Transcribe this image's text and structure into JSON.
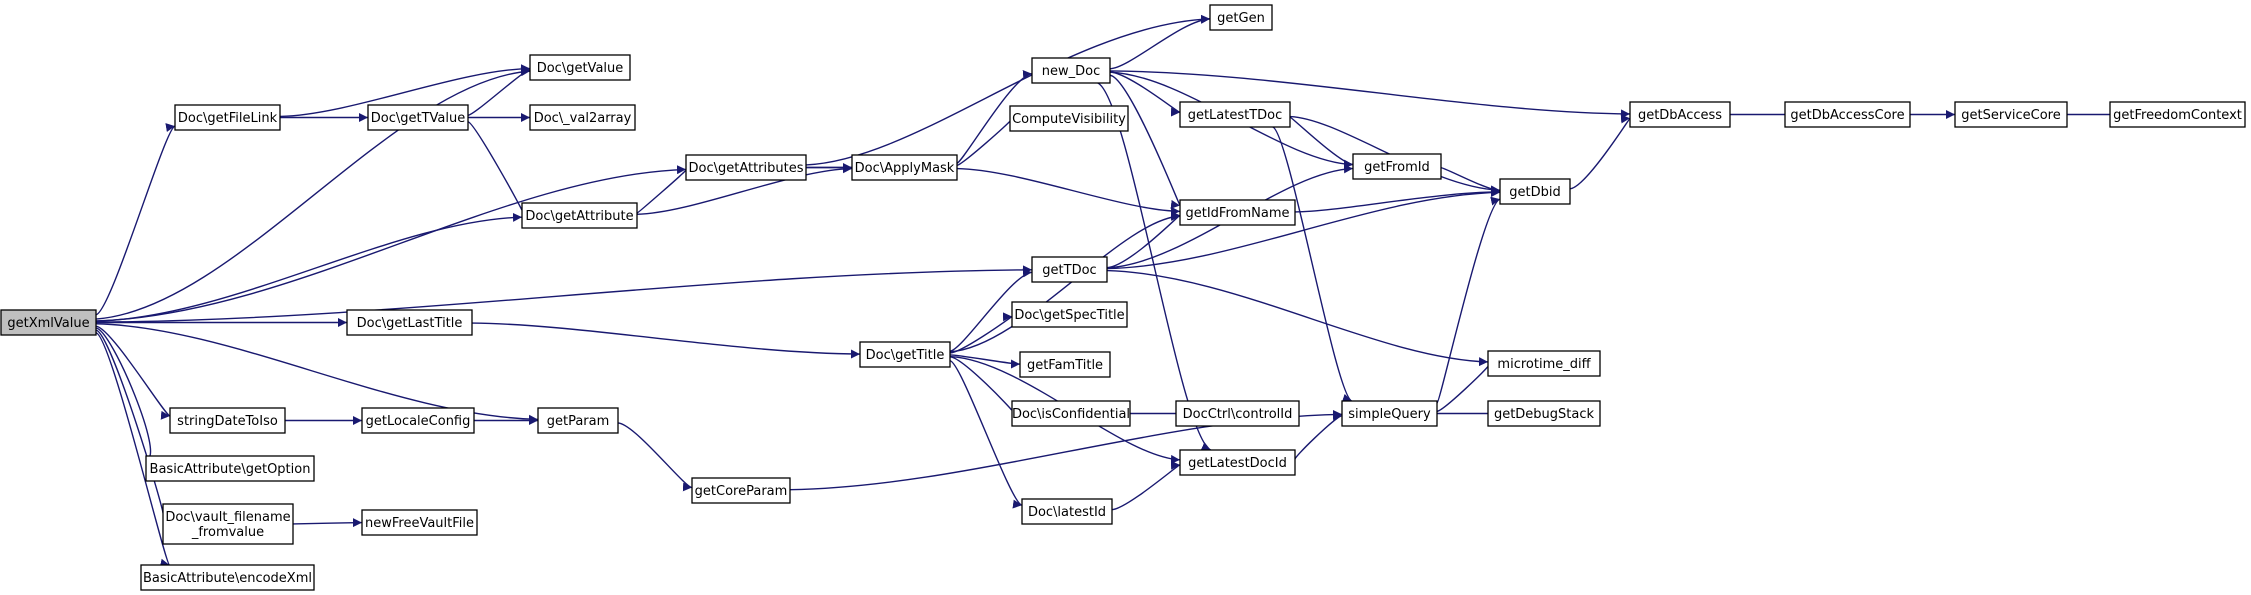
{
  "graph": {
    "edge_color": "#191970",
    "node_border_color": "#000000",
    "root_fill": "#bfbfbf",
    "node_fill": "#ffffff",
    "nodes": [
      {
        "id": "getXmlValue",
        "lines": [
          "getXmlValue"
        ],
        "root": true
      },
      {
        "id": "getValue",
        "lines": [
          "Doc\\getValue"
        ]
      },
      {
        "id": "getFileLink",
        "lines": [
          "Doc\\getFileLink"
        ]
      },
      {
        "id": "getTValue",
        "lines": [
          "Doc\\getTValue"
        ]
      },
      {
        "id": "val2array",
        "lines": [
          "Doc\\_val2array"
        ]
      },
      {
        "id": "getAttributes",
        "lines": [
          "Doc\\getAttributes"
        ]
      },
      {
        "id": "ApplyMask",
        "lines": [
          "Doc\\ApplyMask"
        ]
      },
      {
        "id": "getAttribute",
        "lines": [
          "Doc\\getAttribute"
        ]
      },
      {
        "id": "getLastTitle",
        "lines": [
          "Doc\\getLastTitle"
        ]
      },
      {
        "id": "stringDateToIso",
        "lines": [
          "stringDateToIso"
        ]
      },
      {
        "id": "getLocaleConfig",
        "lines": [
          "getLocaleConfig"
        ]
      },
      {
        "id": "getParam",
        "lines": [
          "getParam"
        ]
      },
      {
        "id": "getOption",
        "lines": [
          "BasicAttribute\\getOption"
        ]
      },
      {
        "id": "vault_filename",
        "lines": [
          "Doc\\vault_filename",
          "_fromvalue"
        ]
      },
      {
        "id": "newFreeVaultFile",
        "lines": [
          "newFreeVaultFile"
        ]
      },
      {
        "id": "encodeXml",
        "lines": [
          "BasicAttribute\\encodeXml"
        ]
      },
      {
        "id": "getCoreParam",
        "lines": [
          "getCoreParam"
        ]
      },
      {
        "id": "getTitle",
        "lines": [
          "Doc\\getTitle"
        ]
      },
      {
        "id": "new_Doc",
        "lines": [
          "new_Doc"
        ]
      },
      {
        "id": "ComputeVisibility",
        "lines": [
          "ComputeVisibility"
        ]
      },
      {
        "id": "getTDoc",
        "lines": [
          "getTDoc"
        ]
      },
      {
        "id": "getSpecTitle",
        "lines": [
          "Doc\\getSpecTitle"
        ]
      },
      {
        "id": "getFamTitle",
        "lines": [
          "getFamTitle"
        ]
      },
      {
        "id": "isConfidential",
        "lines": [
          "Doc\\isConfidential"
        ]
      },
      {
        "id": "latestId",
        "lines": [
          "Doc\\latestId"
        ]
      },
      {
        "id": "getGen",
        "lines": [
          "getGen"
        ]
      },
      {
        "id": "getLatestTDoc",
        "lines": [
          "getLatestTDoc"
        ]
      },
      {
        "id": "getIdFromName",
        "lines": [
          "getIdFromName"
        ]
      },
      {
        "id": "DocCtrl",
        "lines": [
          "DocCtrl\\controlId"
        ]
      },
      {
        "id": "getLatestDocId",
        "lines": [
          "getLatestDocId"
        ]
      },
      {
        "id": "getFromId",
        "lines": [
          "getFromId"
        ]
      },
      {
        "id": "simpleQuery",
        "lines": [
          "simpleQuery"
        ]
      },
      {
        "id": "getDbAccess",
        "lines": [
          "getDbAccess"
        ]
      },
      {
        "id": "getDbid",
        "lines": [
          "getDbid"
        ]
      },
      {
        "id": "microtime_diff",
        "lines": [
          "microtime_diff"
        ]
      },
      {
        "id": "getDebugStack",
        "lines": [
          "getDebugStack"
        ]
      },
      {
        "id": "getDbAccessCore",
        "lines": [
          "getDbAccessCore"
        ]
      },
      {
        "id": "getServiceCore",
        "lines": [
          "getServiceCore"
        ]
      },
      {
        "id": "getFreedomContext",
        "lines": [
          "getFreedomContext"
        ]
      }
    ],
    "edges": [
      [
        "getXmlValue",
        "getValue"
      ],
      [
        "getXmlValue",
        "getFileLink"
      ],
      [
        "getXmlValue",
        "getAttributes"
      ],
      [
        "getXmlValue",
        "getAttribute"
      ],
      [
        "getXmlValue",
        "getTDoc"
      ],
      [
        "getXmlValue",
        "getLastTitle"
      ],
      [
        "getXmlValue",
        "getParam"
      ],
      [
        "getXmlValue",
        "stringDateToIso"
      ],
      [
        "getXmlValue",
        "getOption"
      ],
      [
        "getXmlValue",
        "vault_filename"
      ],
      [
        "getXmlValue",
        "encodeXml"
      ],
      [
        "getFileLink",
        "getValue"
      ],
      [
        "getFileLink",
        "getTValue"
      ],
      [
        "getTValue",
        "getValue"
      ],
      [
        "getTValue",
        "val2array"
      ],
      [
        "getTValue",
        "getAttribute"
      ],
      [
        "getAttribute",
        "getAttributes"
      ],
      [
        "getAttribute",
        "ApplyMask"
      ],
      [
        "getAttributes",
        "ApplyMask"
      ],
      [
        "getAttributes",
        "getGen"
      ],
      [
        "ApplyMask",
        "getAttributes"
      ],
      [
        "ApplyMask",
        "new_Doc"
      ],
      [
        "ApplyMask",
        "ComputeVisibility"
      ],
      [
        "ApplyMask",
        "getIdFromName"
      ],
      [
        "new_Doc",
        "getGen"
      ],
      [
        "new_Doc",
        "getDbAccess"
      ],
      [
        "new_Doc",
        "getLatestTDoc"
      ],
      [
        "new_Doc",
        "getFromId"
      ],
      [
        "new_Doc",
        "getIdFromName"
      ],
      [
        "new_Doc",
        "getLatestDocId"
      ],
      [
        "getLatestTDoc",
        "getFromId"
      ],
      [
        "getLatestTDoc",
        "getDbid"
      ],
      [
        "getLatestTDoc",
        "simpleQuery"
      ],
      [
        "getFromId",
        "getDbid"
      ],
      [
        "getIdFromName",
        "getDbid"
      ],
      [
        "getTDoc",
        "getIdFromName"
      ],
      [
        "getTDoc",
        "getFromId"
      ],
      [
        "getTDoc",
        "getDbid"
      ],
      [
        "getTDoc",
        "microtime_diff"
      ],
      [
        "getLastTitle",
        "getTitle"
      ],
      [
        "getTitle",
        "getTDoc"
      ],
      [
        "getTitle",
        "getIdFromName"
      ],
      [
        "getTitle",
        "getSpecTitle"
      ],
      [
        "getTitle",
        "getFamTitle"
      ],
      [
        "getTitle",
        "isConfidential"
      ],
      [
        "getTitle",
        "getLatestDocId"
      ],
      [
        "getTitle",
        "latestId"
      ],
      [
        "isConfidential",
        "DocCtrl"
      ],
      [
        "latestId",
        "getLatestDocId"
      ],
      [
        "getLatestDocId",
        "simpleQuery"
      ],
      [
        "simpleQuery",
        "getDbid"
      ],
      [
        "simpleQuery",
        "microtime_diff"
      ],
      [
        "simpleQuery",
        "getDebugStack"
      ],
      [
        "stringDateToIso",
        "getLocaleConfig"
      ],
      [
        "getLocaleConfig",
        "getParam"
      ],
      [
        "getParam",
        "getCoreParam"
      ],
      [
        "getCoreParam",
        "simpleQuery"
      ],
      [
        "vault_filename",
        "newFreeVaultFile"
      ],
      [
        "getDbid",
        "getDbAccess"
      ],
      [
        "getDbAccess",
        "getDbAccessCore"
      ],
      [
        "getDbAccessCore",
        "getServiceCore"
      ],
      [
        "getServiceCore",
        "getFreedomContext"
      ]
    ]
  }
}
